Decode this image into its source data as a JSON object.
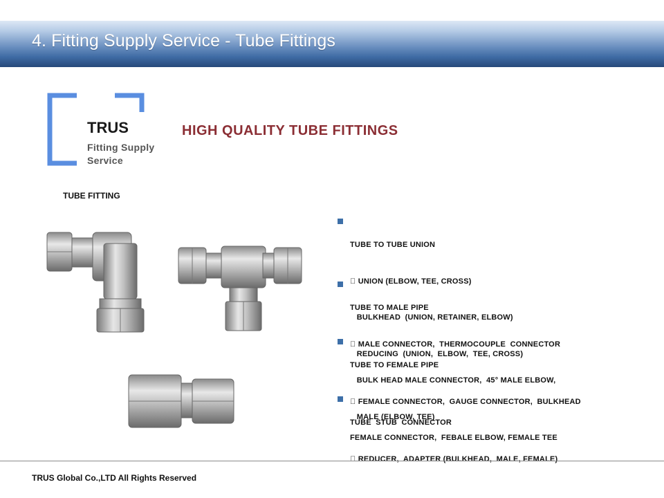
{
  "header": {
    "title": "4. Fitting Supply Service - Tube Fittings"
  },
  "brand": {
    "name": "TRUS",
    "tagline": "Fitting Supply Service"
  },
  "headline": "HIGH QUALITY  TUBE FITTINGS",
  "section_label": "TUBE FITTING",
  "categories": [
    {
      "title": "TUBE TO TUBE UNION",
      "lines": [
        " UNION (ELBOW, TEE, CROSS)",
        "   BULKHEAD  (UNION, RETAINER, ELBOW)",
        "   REDUCING  (UNION,  ELBOW,  TEE, CROSS)"
      ]
    },
    {
      "title": "TUBE TO MALE PIPE",
      "lines": [
        " MALE CONNECTOR,  THERMOCOUPLE  CONNECTOR",
        "   BULK HEAD MALE CONNECTOR,  45° MALE ELBOW,",
        "   MALE (ELBOW, TEE)"
      ]
    },
    {
      "title": "TUBE TO FEMALE PIPE",
      "lines": [
        " FEMALE CONNECTOR,  GAUGE CONNECTOR,  BULKHEAD",
        "FEMALE CONNECTOR,  FEBALE ELBOW, FEMALE TEE"
      ]
    },
    {
      "title": "TUBE  STUB  CONNECTOR",
      "lines": [
        " REDUCER,  ADAPTER (BULKHEAD,  MALE, FEMALE)"
      ]
    }
  ],
  "footer": "TRUS  Global  Co.,LTD All Rights Reserved",
  "colors": {
    "accent_blue": "#3d6fa8",
    "bracket_blue": "#5a8ee0",
    "headline_red": "#8b2e34"
  }
}
